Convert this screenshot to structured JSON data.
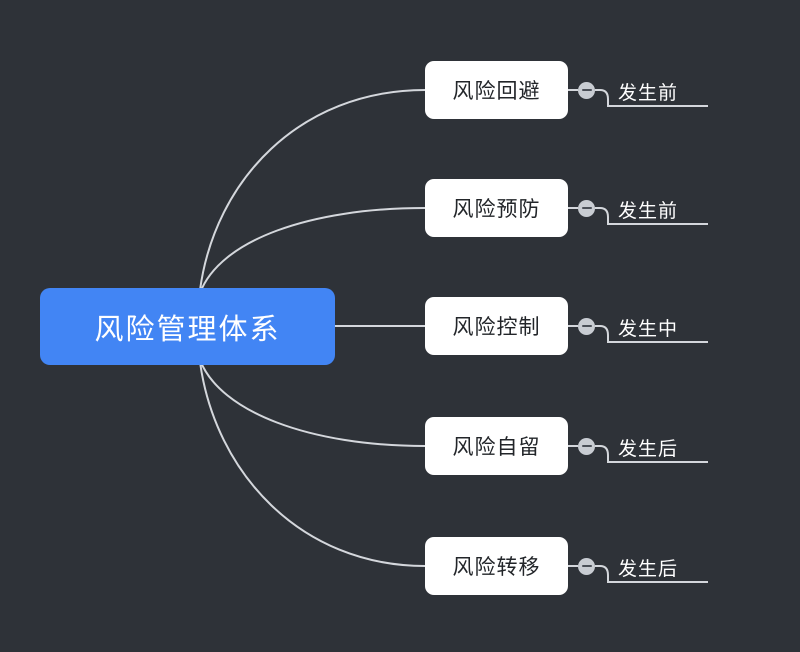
{
  "diagram": {
    "type": "mindmap",
    "background_color": "#2e3238",
    "root": {
      "label": "风险管理体系",
      "fill_color": "#4285f4",
      "text_color": "#ffffff"
    },
    "branches": [
      {
        "label": "风险回避",
        "leaf": "发生前",
        "collapse_icon": "minus-circle-icon"
      },
      {
        "label": "风险预防",
        "leaf": "发生前",
        "collapse_icon": "minus-circle-icon"
      },
      {
        "label": "风险控制",
        "leaf": "发生中",
        "collapse_icon": "minus-circle-icon"
      },
      {
        "label": "风险自留",
        "leaf": "发生后",
        "collapse_icon": "minus-circle-icon"
      },
      {
        "label": "风险转移",
        "leaf": "发生后",
        "collapse_icon": "minus-circle-icon"
      }
    ],
    "line_color": "#d4d7dc",
    "node_fill": "#ffffff",
    "node_text_color": "#222529"
  }
}
